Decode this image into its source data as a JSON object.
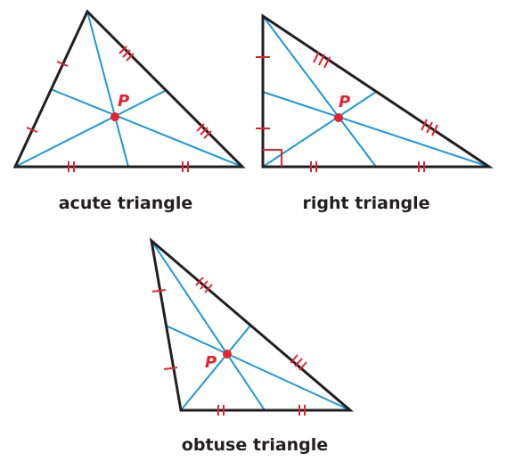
{
  "colors": {
    "edge": "#231f20",
    "median": "#1a9ad6",
    "tick": "#e4222e",
    "centroid": "#e4222e",
    "caption": "#231f20"
  },
  "point_label": "P",
  "triangles": [
    {
      "key": "acute",
      "caption": "acute triangle"
    },
    {
      "key": "right",
      "caption": "right triangle"
    },
    {
      "key": "obtuse",
      "caption": "obtuse triangle"
    }
  ]
}
